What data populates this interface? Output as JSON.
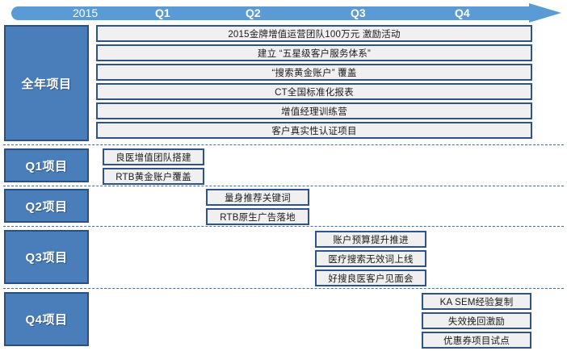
{
  "timeline": {
    "year": "2015",
    "quarters": [
      "Q1",
      "Q2",
      "Q3",
      "Q4"
    ],
    "accent_color": "#5b9bd5"
  },
  "theme": {
    "category_fill": "#4a7ebb",
    "category_border": "#2a4f81",
    "task_fill": "#f0f0f0",
    "task_border": "#2f5388",
    "separator_color": "#3e6ca8"
  },
  "rows": [
    {
      "label": "全年项目",
      "tasks": [
        "2015金牌增值运营团队100万元 激励活动",
        "建立 “五星级客户服务体系”",
        "“搜索黄金账户” 覆盖",
        "CT全国标准化报表",
        "增值经理训练营",
        "客户真实性认证项目"
      ]
    },
    {
      "label": "Q1项目",
      "tasks": [
        "良医增值团队搭建",
        "RTB黄金账户覆盖"
      ]
    },
    {
      "label": "Q2项目",
      "tasks": [
        "量身推荐关键词",
        "RTB原生广告落地"
      ]
    },
    {
      "label": "Q3项目",
      "tasks": [
        "账户预算提升推进",
        "医疗搜索无效词上线",
        "好搜良医客户见面会"
      ]
    },
    {
      "label": "Q4项目",
      "tasks": [
        "KA SEM经验复制",
        "失效挽回激励",
        "优惠券项目试点"
      ]
    }
  ]
}
